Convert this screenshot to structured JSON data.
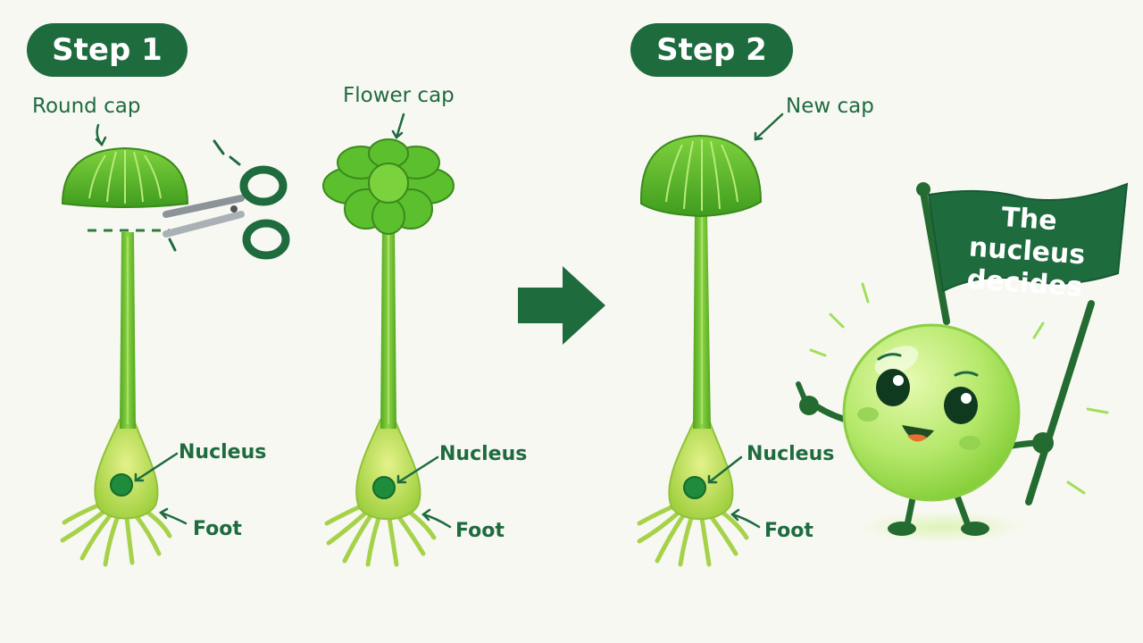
{
  "steps": {
    "step1": "Step 1",
    "step2": "Step 2"
  },
  "panel1": {
    "cap_label": "Round cap",
    "nucleus_label": "Nucleus",
    "foot_label": "Foot"
  },
  "panel2": {
    "cap_label": "Flower cap",
    "nucleus_label": "Nucleus",
    "foot_label": "Foot"
  },
  "panel3": {
    "cap_label": "New cap",
    "nucleus_label": "Nucleus",
    "foot_label": "Foot"
  },
  "mascot": {
    "flag_line1": "The nucleus",
    "flag_line2": "decides"
  },
  "colors": {
    "dark_green": "#1e6b3e",
    "stalk_green": "#66bb2a",
    "cap_green": "#5cbf2e",
    "foot_green": "#c6e36a",
    "mascot_green": "#b5e86a",
    "background": "#f8f8f3"
  },
  "icons": [
    "scissors-icon",
    "right-arrow-icon",
    "pointer-arrow-icon",
    "flag-icon"
  ]
}
